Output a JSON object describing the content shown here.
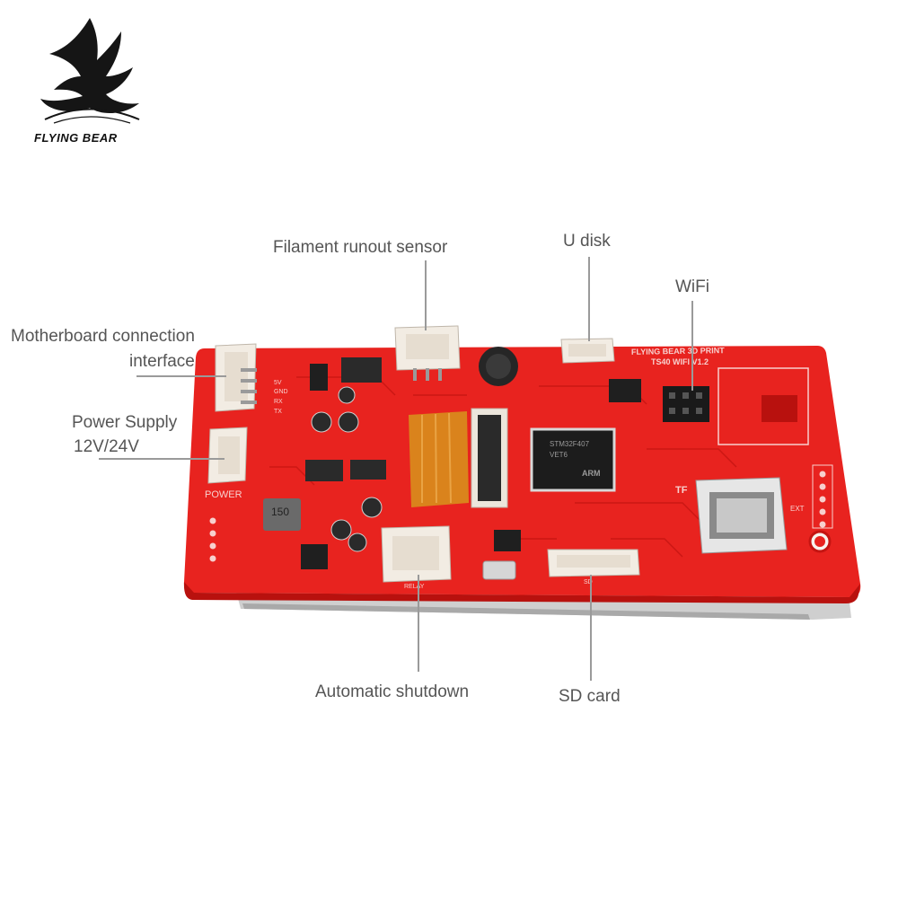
{
  "brand": {
    "logo_text": "FLYING BEAR"
  },
  "labels": {
    "filament": "Filament runout sensor",
    "udisk": "U disk",
    "wifi": "WiFi",
    "motherboard_line1": "Motherboard connection",
    "motherboard_line2": "interface",
    "power_line1": "Power Supply",
    "power_line2": "12V/24V",
    "shutdown": "Automatic shutdown",
    "sdcard": "SD card"
  },
  "board": {
    "title_line1": "FLYING BEAR 3D PRINT",
    "title_line2": "TS40 WIFI V1.2",
    "silkscreen_power": "POWER",
    "silkscreen_relay": "RELAY",
    "silkscreen_tf": "TF",
    "silkscreen_sd": "SD",
    "silkscreen_ext": "EXT",
    "silkscreen_inductor": "150",
    "pin_5v": "5V",
    "pin_gnd": "GND",
    "pin_rx": "RX",
    "pin_tx": "TX",
    "chip_mark_line1": "STM32F407",
    "chip_mark_line2": "VET6",
    "chip_mark_arm": "ARM"
  },
  "colors": {
    "pcb": "#e8231f",
    "pcb_dark": "#c51512",
    "connector": "#f2ece3",
    "ribbon": "#d9891c",
    "label_text": "#555555"
  }
}
